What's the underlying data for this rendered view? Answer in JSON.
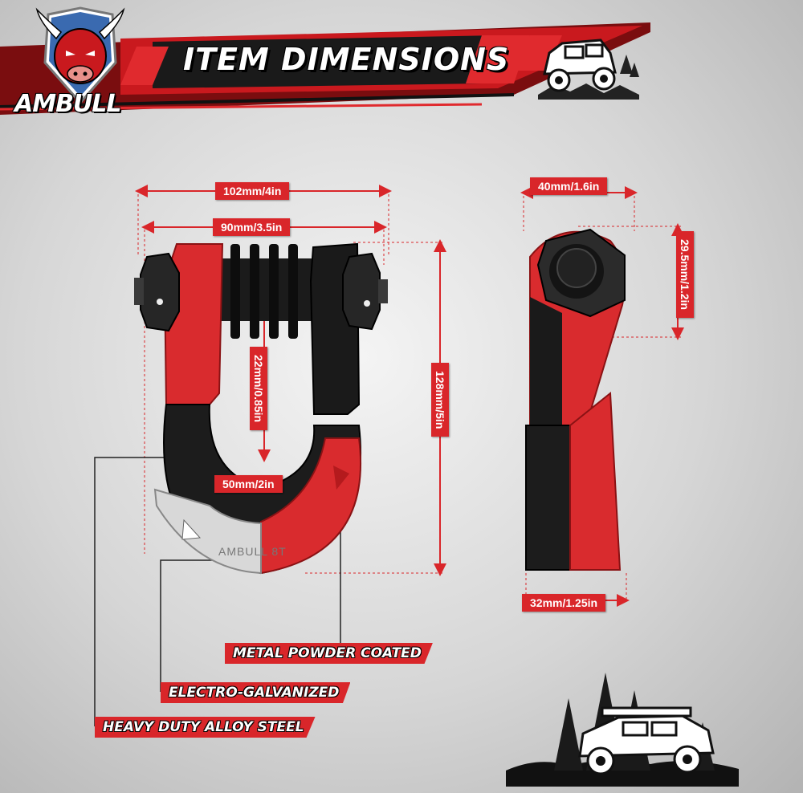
{
  "header": {
    "title": "ITEM DIMENSIONS",
    "brand": "AMBULL",
    "accent_color": "#d9262a",
    "icons": [
      "bull-head-logo-icon",
      "offroad-truck-icon"
    ]
  },
  "dimensions": {
    "outer_width": "102mm/4in",
    "inner_width": "90mm/3.5in",
    "pin_diameter": "22mm/0.85in",
    "total_height": "128mm/5in",
    "opening_width": "50mm/2in",
    "side_width": "40mm/1.6in",
    "head_height": "29.5mm/1.2in",
    "base_width": "32mm/1.25in"
  },
  "product": {
    "engraving": "AMBULL 8T"
  },
  "callouts": {
    "coating": "METAL POWDER COATED",
    "plating": "ELECTRO-GALVANIZED",
    "material": "HEAVY DUTY ALLOY STEEL"
  },
  "footer": {
    "icons": [
      "forest-truck-icon"
    ]
  }
}
